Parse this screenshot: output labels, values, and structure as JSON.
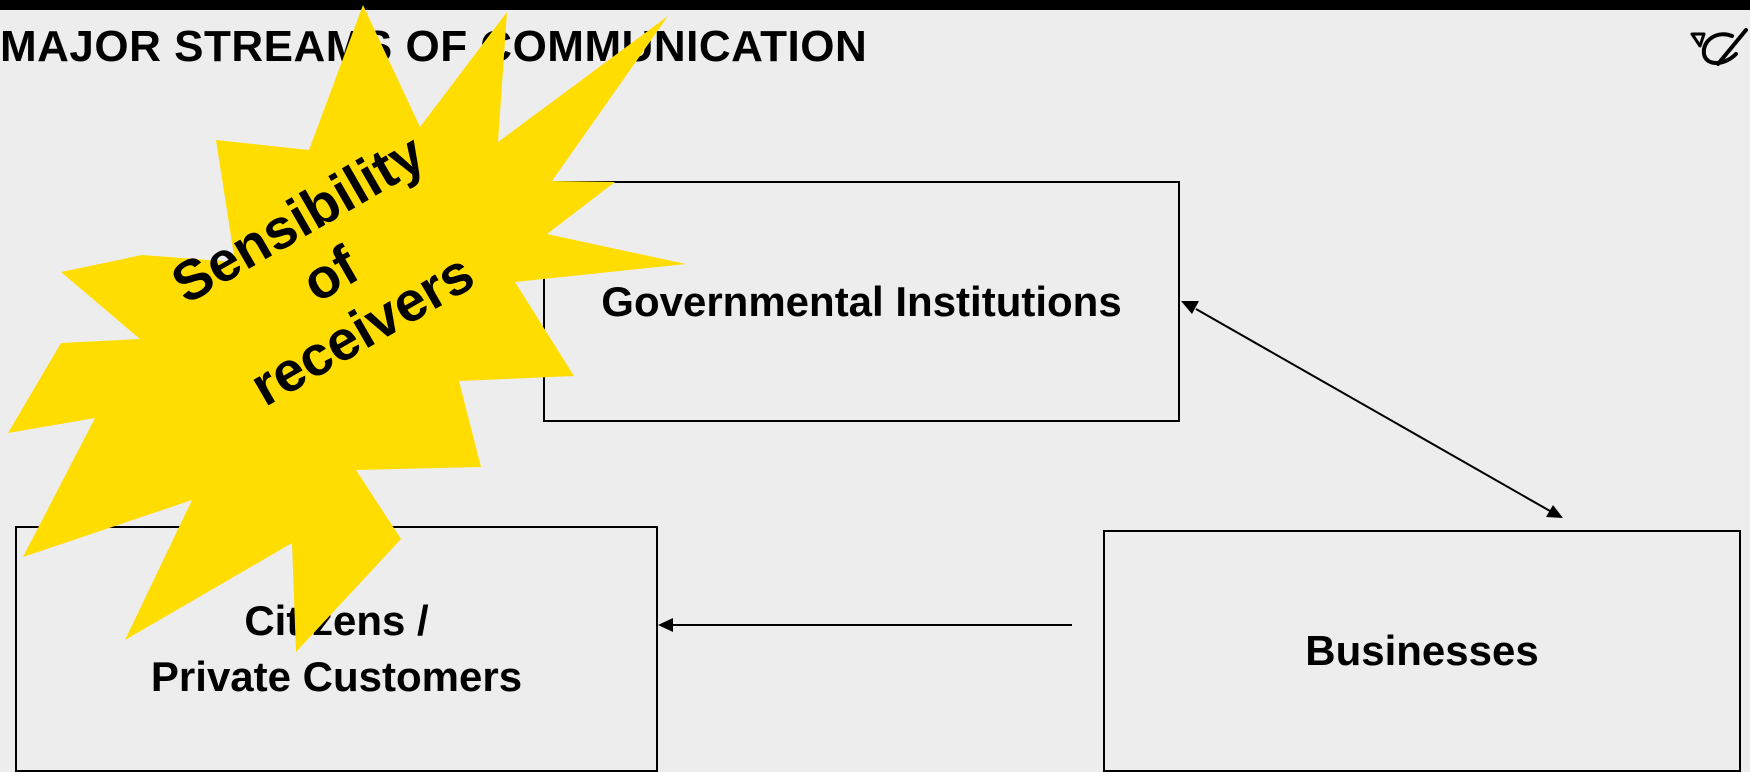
{
  "slide": {
    "title": "MAJOR STREAMS OF COMMUNICATION",
    "logo_icon": "post-horn-logo-icon"
  },
  "diagram": {
    "nodes": {
      "governmental": {
        "label": "Governmental Institutions"
      },
      "citizens": {
        "line1": "Citizens /",
        "line2": "Private Customers"
      },
      "businesses": {
        "label": "Businesses"
      }
    },
    "edges": [
      {
        "from": "governmental",
        "to": "businesses",
        "direction": "both"
      },
      {
        "from": "businesses",
        "to": "citizens",
        "direction": "to-citizens"
      }
    ],
    "callout": {
      "shape": "starburst",
      "color": "#ffdd00",
      "line1": "Sensibility",
      "line2": "of",
      "line3": "receivers"
    }
  }
}
